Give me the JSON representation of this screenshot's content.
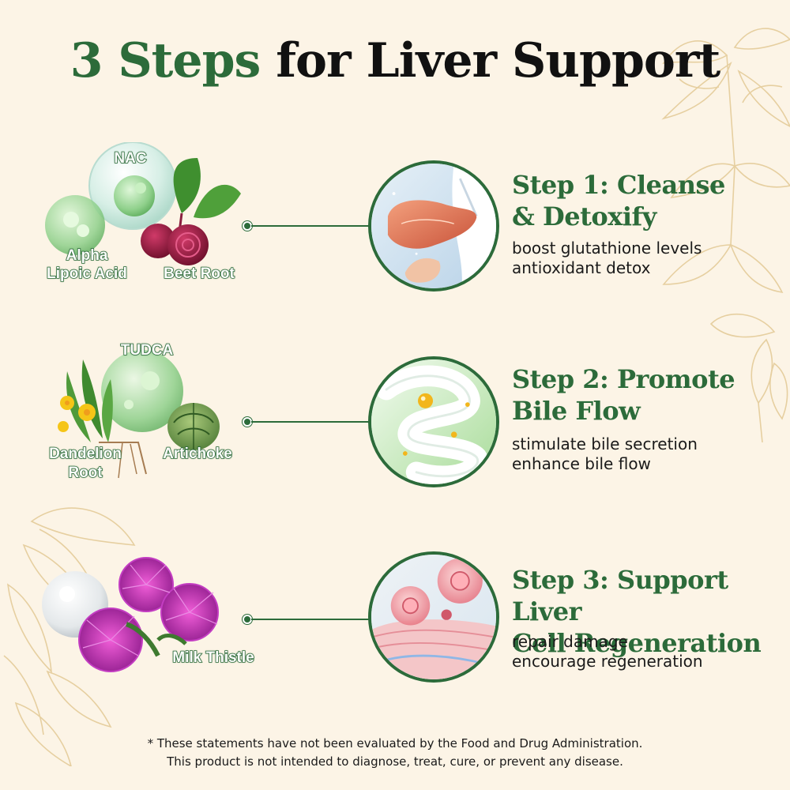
{
  "title": {
    "accent": "3 Steps",
    "rest": "for Liver Support"
  },
  "colors": {
    "brand_green": "#2c6b3a",
    "background": "#fcf4e6",
    "decor_gold": "#e6cfa0"
  },
  "steps": [
    {
      "title_line1": "Step 1: Cleanse",
      "title_line2": "& Detoxify",
      "desc": [
        "boost glutathione levels",
        "antioxidant detox"
      ],
      "image_icon": "liver-icon",
      "ingredients": [
        "NAC",
        "Alpha",
        "Lipoic Acid",
        "Beet Root"
      ]
    },
    {
      "title_line1": "Step 2: Promote",
      "title_line2": "Bile Flow",
      "desc": [
        "stimulate bile secretion",
        "enhance bile flow"
      ],
      "image_icon": "intestine-icon",
      "ingredients": [
        "TUDCA",
        "Dandelion",
        "Root",
        "Artichoke"
      ]
    },
    {
      "title_line1": "Step 3: Support Liver",
      "title_line2": "Cell Regeneration",
      "desc": [
        "repair damage",
        "encourage regeneration"
      ],
      "image_icon": "liver-cell-icon",
      "ingredients": [
        "Milk Thistle"
      ]
    }
  ],
  "disclaimer": [
    "* These statements have not been evaluated by the Food and Drug Administration.",
    "This product is not intended to diagnose, treat, cure, or prevent any disease."
  ]
}
